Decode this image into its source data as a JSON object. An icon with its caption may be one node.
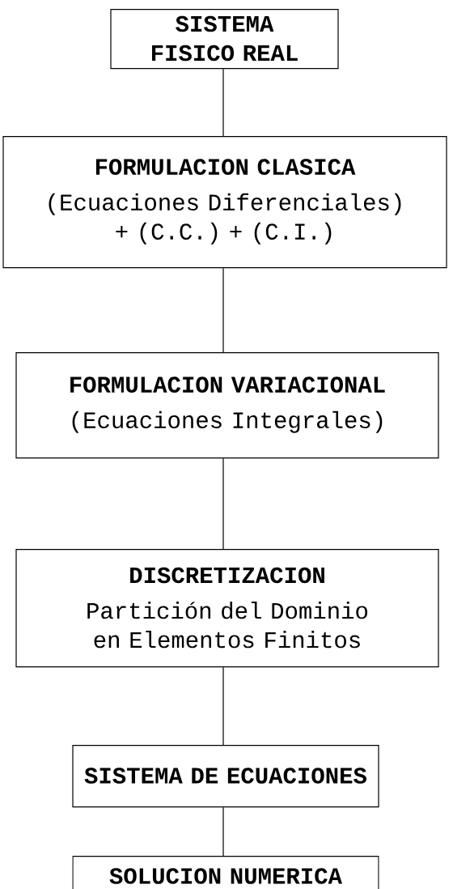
{
  "diagram": {
    "nodes": [
      {
        "text": [
          "SISTEMA FISICO REAL"
        ]
      },
      {
        "text": [
          "FORMULACION CLASICA",
          "(Ecuaciones Diferenciales) + (C.C.) + (C.I.)"
        ]
      },
      {
        "text": [
          "FORMULACION VARIACIONAL",
          "(Ecuaciones Integrales)"
        ]
      },
      {
        "text": [
          "DISCRETIZACION",
          "Partición del Dominio en Elementos Finitos"
        ]
      },
      {
        "text": [
          "SISTEMA DE ECUACIONES"
        ]
      },
      {
        "text": [
          "SOLUCION NUMERICA"
        ]
      }
    ],
    "edges": [
      {
        "from": 0,
        "to": 1,
        "arrow": "none"
      },
      {
        "from": 1,
        "to": 2,
        "arrow": "none"
      },
      {
        "from": 2,
        "to": 3,
        "arrow": "none"
      },
      {
        "from": 3,
        "to": 4,
        "arrow": "none"
      },
      {
        "from": 4,
        "to": 5,
        "arrow": "none"
      }
    ]
  }
}
